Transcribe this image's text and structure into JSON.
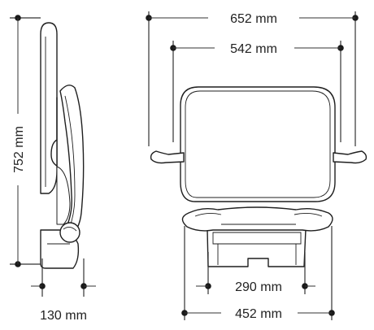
{
  "dimensions": {
    "overall_width": "652 mm",
    "backrest_width": "542 mm",
    "height": "752 mm",
    "seat_outer_width": "452 mm",
    "seat_inner_width": "290 mm",
    "folded_depth": "130 mm"
  },
  "colors": {
    "line": "#1f1f1f",
    "background": "#ffffff"
  }
}
